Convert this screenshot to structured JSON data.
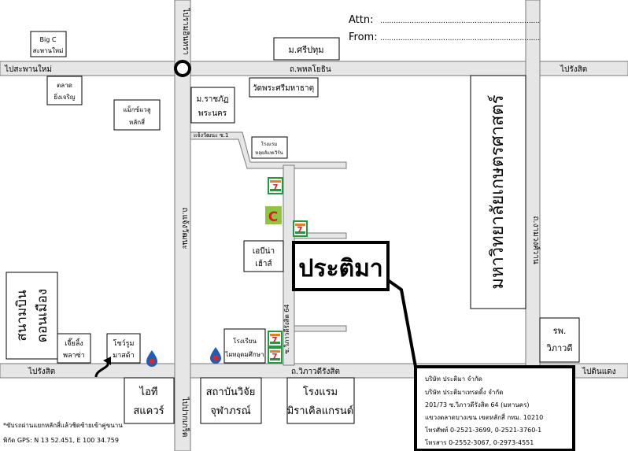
{
  "header": {
    "attn_label": "Attn:",
    "from_label": "From:",
    "dots": "......................................................................."
  },
  "roads": {
    "vibhavadi_top": "ไปรามอินทรา",
    "phahonyothin": "ถ.พหลโยธิน",
    "to_saphan_mai": "ไปสะพานใหม่",
    "to_rangsit_top": "ไปรังสิต",
    "soi_chaeng_51": "แจ้งวัฒนะ ซ.1",
    "chaeng_watthana": "ถ.แจ้งวัฒนะ",
    "soi_vibhavadi_64": "ซ.วิภาวดีรังสิต 64",
    "vibhavadi_rangsit": "ถ.วิภาวดีรังสิต",
    "to_rangsit_bottom": "ไปรังสิต",
    "to_din_daeng": "ไปดินแดง",
    "to_pak_kret": "ไปปากเกร็ด",
    "ngam_wong_wan": "ถ.งามวงศ์วาน"
  },
  "landmarks": {
    "big_c_1": "Big C",
    "big_c_2": "สะพานใหม่",
    "sripatum": "ม.ศรีปทุม",
    "talad_1": "ตลาด",
    "talad_2": "ยิ่งเจริญ",
    "wat": "วัดพระศรีมหาธาตุ",
    "makro_1": "แม็กซ์แวลู",
    "makro_2": "หลักสี่",
    "rajabhat_1": "ม.ราชภัฏ",
    "rajabhat_2": "พระนคร",
    "hotel_small_1": "โรงแรม",
    "hotel_small_2": "หลุยส์แทเวิร์น",
    "kasetsart": "มหาวิทยาลัยเกษตรศาสตร์",
    "ap_1": "เอบีน่า",
    "ap_2": "เฮ้าส์",
    "company_big": "ประติมา",
    "airport_1": "สนามบิน",
    "airport_2": "ดอนเมือง",
    "jialeng_1": "เจี๊ยลิ้ง",
    "jialeng_2": "พลาซ่า",
    "showroom_1": "โชว์รูม",
    "showroom_2": "มาสด้า",
    "school_1": "โรงเรียน",
    "school_2": "ไผทอุดมศึกษา",
    "rw_1": "รพ.",
    "rw_2": "วิภาวดี",
    "it_1": "ไอที",
    "it_2": "สแควร์",
    "chulabhorn_1": "สถาบันวิจัย",
    "chulabhorn_2": "จุฬาภรณ์",
    "miracle_1": "โรงแรม",
    "miracle_2": "มิราเคิลแกรนด์"
  },
  "icons": {
    "seven_eleven": "7",
    "big_c_logo": "C"
  },
  "company_info": {
    "line1": "บริษัท ประติมา จำกัด",
    "line2": "บริษัท ประติมาเทรดดิ้ง จำกัด",
    "line3": "201/73 ซ.วิภาวดีรังสิต 64 (มหานคร)",
    "line4": "แขวงตลาดบางเขน เขตหลักสี่ กทม. 10210",
    "line5": "โทรศัพท์ 0-2521-3699, 0-2521-3760-1",
    "line6": "โทรสาร 0-2552-3067, 0-2973-4551"
  },
  "footnote": {
    "line1": "*ขับรถผ่านแยกหลักสี่แล้วชิดซ้ายเข้าคู่ขนาน",
    "line2": "พิกัด GPS: N 13 52.451, E 100 34.759"
  },
  "colors": {
    "road_fill": "#e6e6e6",
    "road_edge": "#7a7a7a",
    "seven_green": "#1f9a3c",
    "seven_orange": "#f07b1a",
    "seven_red": "#d81e2a",
    "ptt_blue": "#1b5fb8",
    "ptt_red": "#e02424",
    "bigc_green": "#8dc63f"
  }
}
